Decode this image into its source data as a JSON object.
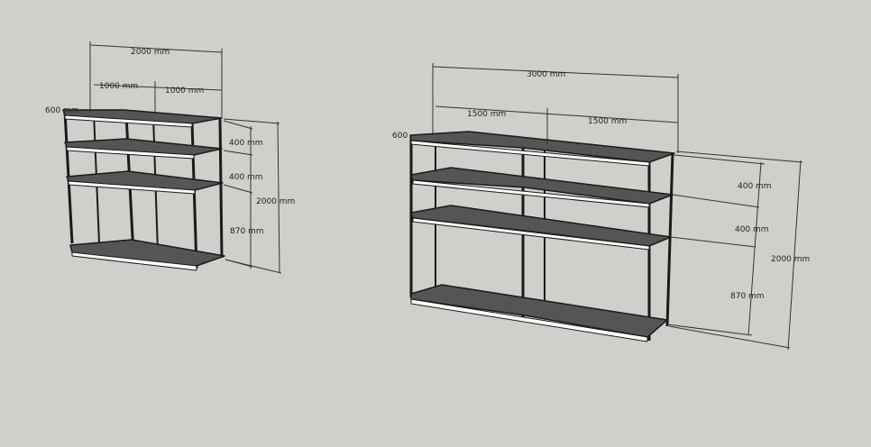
{
  "colors": {
    "background": "#cfd0cb",
    "frame": "#1b1b1b",
    "shelf_top": "#555555",
    "shelf_edge": "#ffffff",
    "dimension_line": "#333333"
  },
  "left_shelf": {
    "width_total": "2000 mm",
    "width_left": "1000 mm",
    "width_right": "1000 mm",
    "depth": "600 mm",
    "gap_1": "400 mm",
    "gap_2": "400 mm",
    "gap_3": "870 mm",
    "height_total": "2000 mm"
  },
  "right_shelf": {
    "width_total": "3000 mm",
    "width_left": "1500 mm",
    "width_right": "1500 mm",
    "depth": "600",
    "gap_1": "400 mm",
    "gap_2": "400 mm",
    "gap_3": "870 mm",
    "height_total": "2000 mm"
  }
}
